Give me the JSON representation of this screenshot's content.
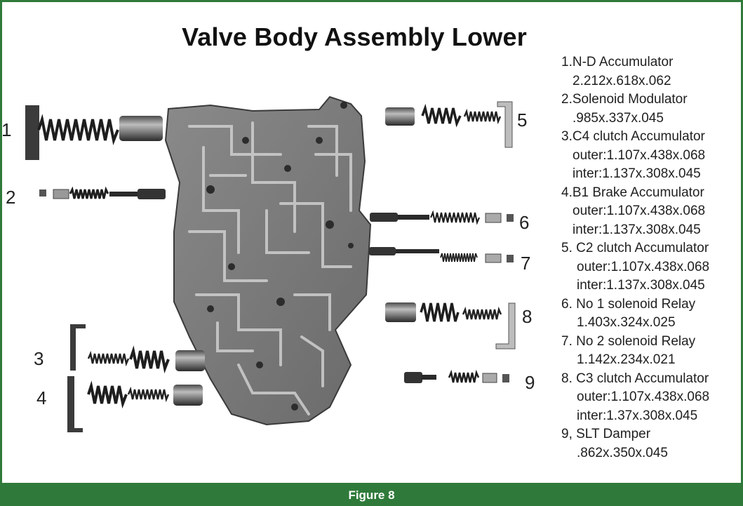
{
  "title": "Valve Body Assembly Lower",
  "figure_caption": "Figure 8",
  "part_numbers": [
    "1",
    "2",
    "3",
    "4",
    "5",
    "6",
    "7",
    "8",
    "9"
  ],
  "specs": [
    {
      "title": "1.N-D Accumulator",
      "details": [
        "2.212x.618x.062"
      ]
    },
    {
      "title": "2.Solenoid Modulator",
      "details": [
        ".985x.337x.045"
      ]
    },
    {
      "title": "3.C4 clutch Accumulator",
      "details": [
        "outer:1.107x.438x.068",
        "inter:1.137x.308x.045"
      ]
    },
    {
      "title": "4.B1 Brake Accumulator",
      "details": [
        "outer:1.107x.438x.068",
        "inter:1.137x.308x.045"
      ]
    },
    {
      "title": "5. C2 clutch Accumulator",
      "details": [
        "outer:1.107x.438x.068",
        "inter:1.137x.308x.045"
      ]
    },
    {
      "title": "6. No 1 solenoid Relay",
      "details": [
        "1.403x.324x.025"
      ]
    },
    {
      "title": "7. No 2 solenoid Relay",
      "details": [
        "1.142x.234x.021"
      ]
    },
    {
      "title": "8. C3 clutch Accumulator",
      "details": [
        "outer:1.107x.438x.068",
        "inter:1.37x.308x.045"
      ]
    },
    {
      "title": "9, SLT Damper",
      "details": [
        ".862x.350x.045"
      ]
    }
  ],
  "colors": {
    "frame": "#2f7a3a",
    "caption_text": "#ffffff"
  }
}
